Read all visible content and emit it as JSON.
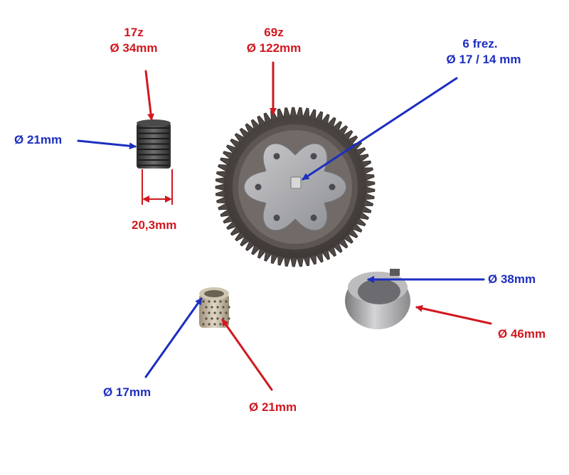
{
  "labels": {
    "small_gear_teeth": "17z",
    "small_gear_od": "Ø 34mm",
    "small_gear_bore": "Ø 21mm",
    "small_gear_width": "20,3mm",
    "big_gear_teeth": "69z",
    "big_gear_od": "Ø 122mm",
    "big_gear_spline": "6 frez.",
    "big_gear_spline_dims": "Ø 17 / 14 mm",
    "ring_inner": "Ø 38mm",
    "ring_outer": "Ø 46mm",
    "bushing_inner": "Ø 17mm",
    "bushing_outer": "Ø 21mm"
  },
  "colors": {
    "label_red": "#d0181f",
    "label_blue": "#1c2ec0",
    "background": "#ffffff"
  }
}
